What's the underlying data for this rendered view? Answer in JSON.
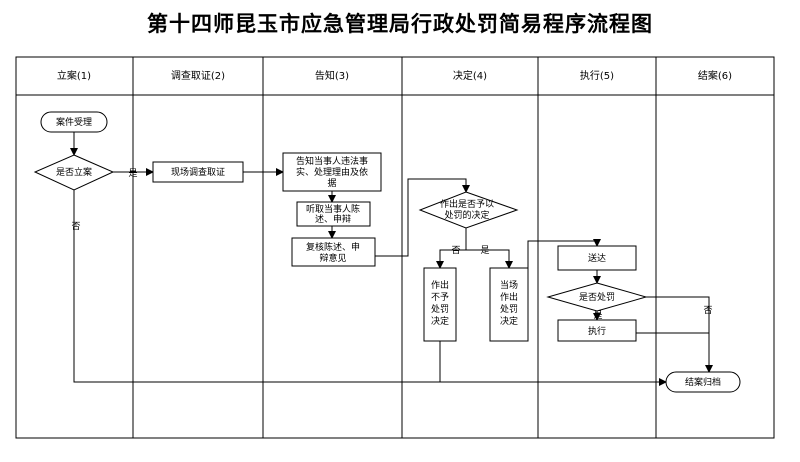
{
  "title": "第十四师昆玉市应急管理局行政处罚简易程序流程图",
  "columns": [
    {
      "label": "立案(1)"
    },
    {
      "label": "调查取证(2)"
    },
    {
      "label": "告知(3)"
    },
    {
      "label": "决定(4)"
    },
    {
      "label": "执行(5)"
    },
    {
      "label": "结案(6)"
    }
  ],
  "nodes": {
    "case_accept": "案件受理",
    "is_file_case": "是否立案",
    "onsite_investigation": "现场调查取证",
    "notify_line1": "告知当事人违法事",
    "notify_line2": "实、处理理由及依",
    "notify_line3": "据",
    "hear_line1": "听取当事人陈",
    "hear_line2": "述、申辩",
    "review_line1": "复核陈述、申",
    "review_line2": "辩意见",
    "decide_line1": "作出是否予以",
    "decide_line2": "处罚的决定",
    "no_penalty_l1": "作出",
    "no_penalty_l2": "不予",
    "no_penalty_l3": "处罚",
    "no_penalty_l4": "决定",
    "penalty_l1": "当场",
    "penalty_l2": "作出",
    "penalty_l3": "处罚",
    "penalty_l4": "决定",
    "deliver": "送达",
    "is_punish": "是否处罚",
    "execute": "执行",
    "close_case": "结案归档"
  },
  "edge_labels": {
    "yes_file": "是",
    "no_file": "否",
    "no_decide": "否",
    "yes_decide": "是",
    "yes_punish": "是",
    "no_punish": "否"
  }
}
